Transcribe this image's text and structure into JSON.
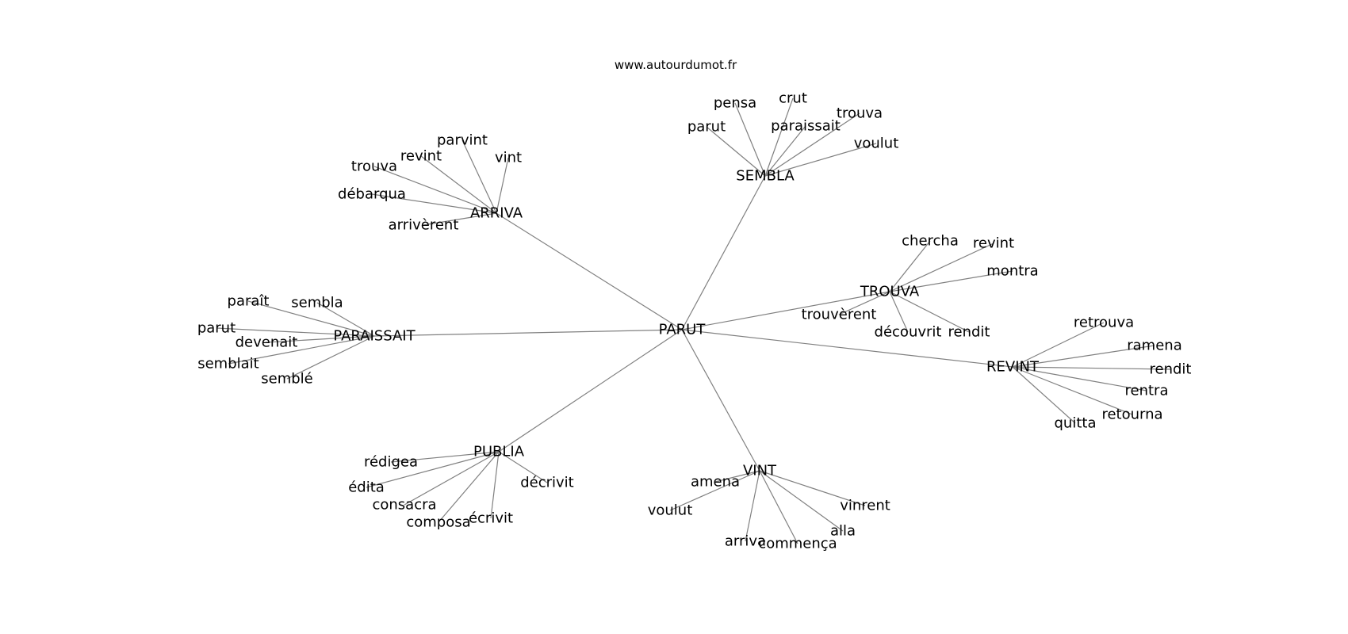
{
  "site": "www.autourdumot.fr",
  "root": "PARUT",
  "clusters": [
    {
      "hub": "SEMBLA",
      "words": [
        "parut",
        "pensa",
        "crut",
        "paraissait",
        "trouva",
        "voulut"
      ]
    },
    {
      "hub": "ARRIVA",
      "words": [
        "parvint",
        "vint",
        "revint",
        "trouva",
        "débarqua",
        "arrivèrent"
      ]
    },
    {
      "hub": "TROUVA",
      "words": [
        "chercha",
        "revint",
        "montra",
        "trouvèrent",
        "découvrit",
        "rendit"
      ]
    },
    {
      "hub": "PARAISSAIT",
      "words": [
        "paraît",
        "sembla",
        "parut",
        "devenait",
        "semblait",
        "semblé"
      ]
    },
    {
      "hub": "REVINT",
      "words": [
        "retrouva",
        "ramena",
        "rendit",
        "rentra",
        "retourna",
        "quitta"
      ]
    },
    {
      "hub": "PUBLIA",
      "words": [
        "rédigea",
        "édita",
        "consacra",
        "composa",
        "écrivit",
        "décrivit"
      ]
    },
    {
      "hub": "VINT",
      "words": [
        "amena",
        "voulut",
        "arriva",
        "commença",
        "alla",
        "vinrent"
      ]
    }
  ]
}
